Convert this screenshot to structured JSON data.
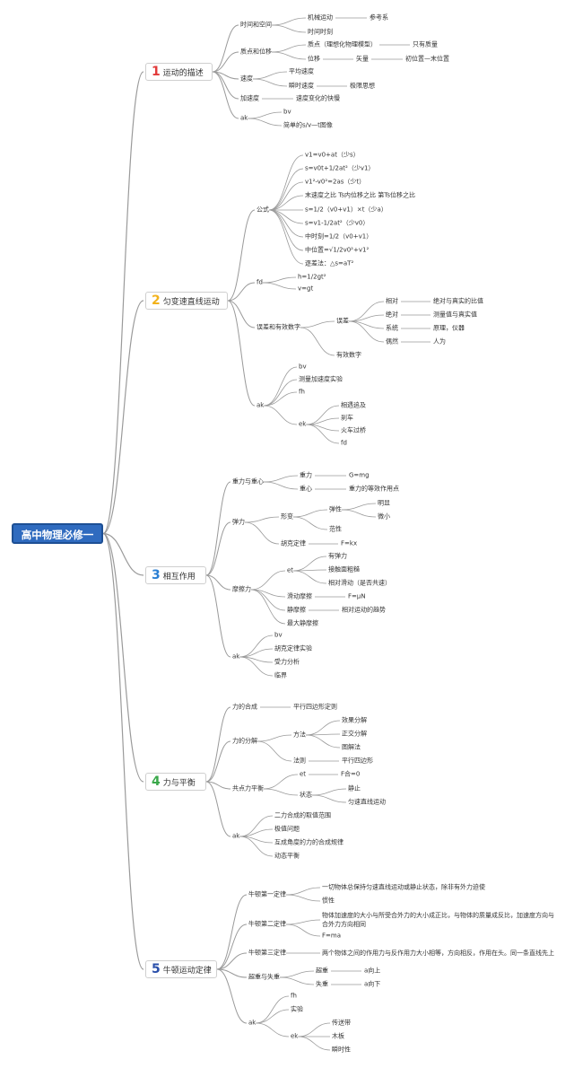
{
  "root": "高中物理必修一",
  "colors": {
    "n1": "#e23a3a",
    "n2": "#f2b21b",
    "n3": "#2a7fd4",
    "n4": "#3aa84a",
    "n5": "#2a4faa",
    "root": "#2f6bbf",
    "line": "#9a9a9a"
  },
  "mains": [
    {
      "num": "1",
      "label": "运动的描述"
    },
    {
      "num": "2",
      "label": "匀变速直线运动"
    },
    {
      "num": "3",
      "label": "相互作用"
    },
    {
      "num": "4",
      "label": "力与平衡"
    },
    {
      "num": "5",
      "label": "牛顿运动定律"
    }
  ],
  "m1": {
    "a": "时间和空间",
    "a1": "机械运动",
    "a1a": "参考系",
    "a2": "时间时刻",
    "b": "质点和位移",
    "b1": "质点（理想化物理模型）",
    "b1a": "只有质量",
    "b2": "位移",
    "b2a": "矢量",
    "b2b": "初位置—末位置",
    "c": "速度",
    "c1": "平均速度",
    "c2": "瞬时速度",
    "c2a": "极限思想",
    "d": "加速度",
    "d1": "速度变化的快慢",
    "e": "ak",
    "e1": "bv",
    "e2": "简单的s/v—t图像"
  },
  "m2": {
    "a": "公式",
    "a1": "v1=v0+at（少s）",
    "a2": "s=v0t+1/2at²（少v1）",
    "a3": "v1²-v0²=2as（少t）",
    "a4": "末速度之比 Ts内位移之比 第Ts位移之比",
    "a5": "s=1/2（v0+v1）×t（少a）",
    "a6": "s=v1-1/2at²（少v0）",
    "a7": "中时刻=1/2（v0+v1）",
    "a8": "中位置=√1/2v0²+v1²",
    "a9": "逐差法：△s=aT²",
    "b": "fd",
    "b1": "h=1/2gt²",
    "b2": "v=gt",
    "c": "误差和有效数字",
    "c1": "误差",
    "c1a": "相对",
    "c1a1": "绝对与真实的比值",
    "c1b": "绝对",
    "c1b1": "测量值与真实值",
    "c1c": "系统",
    "c1c1": "原理，仪器",
    "c1d": "偶然",
    "c1d1": "人为",
    "c2": "有效数字",
    "d": "ak",
    "d1": "bv",
    "d2": "测量加速度实验",
    "d3": "fh",
    "d4": "ek",
    "d4a": "相遇追及",
    "d4b": "刹车",
    "d4c": "火车过桥",
    "d4d": "fd"
  },
  "m3": {
    "a": "重力与重心",
    "a1": "重力",
    "a1a": "G=mg",
    "a2": "重心",
    "a2a": "重力的等效作用点",
    "b": "弹力",
    "b1": "形变",
    "b1a": "弹性",
    "b1a1": "明显",
    "b1a2": "微小",
    "b1b": "范性",
    "b2": "胡克定律",
    "b2a": "F=kx",
    "c": "摩擦力",
    "c1": "et",
    "c1a": "有弹力",
    "c1b": "接触面粗糙",
    "c1c": "相对滑动（是否共速）",
    "c2": "滑动摩擦",
    "c2a": "F=μN",
    "c3": "静摩擦",
    "c3a": "相对运动的趋势",
    "c4": "最大静摩擦",
    "d": "ak",
    "d1": "bv",
    "d2": "胡克定律实验",
    "d3": "受力分析",
    "d4": "临界"
  },
  "m4": {
    "a": "力的合成",
    "a1": "平行四边形定则",
    "b": "力的分解",
    "b1": "方法",
    "b1a": "效果分解",
    "b1b": "正交分解",
    "b1c": "图解法",
    "b2": "法则",
    "b2a": "平行四边形",
    "c": "共点力平衡",
    "c1": "et",
    "c1a": "F合=0",
    "c2": "状态",
    "c2a": "静止",
    "c2b": "匀速直线运动",
    "d": "ak",
    "d1": "二力合成的取值范围",
    "d2": "极值问题",
    "d3": "互成角度的力的合成规律",
    "d4": "动态平衡"
  },
  "m5": {
    "a": "牛顿第一定律",
    "a1": "一切物体总保持匀速直线运动或静止状态，除非有外力迫使",
    "a2": "惯性",
    "b": "牛顿第二定律",
    "b1": "物体加速度的大小与所受合外力的大小成正比，与物体的质量成反比，加速度方向与合外力方向相同",
    "b2": "F=ma",
    "c": "牛顿第三定律",
    "c1": "两个物体之间的作用力与反作用力大小相等，方向相反，作用在头。同一条直线先上",
    "d": "超重与失重",
    "d1": "超重",
    "d1a": "a向上",
    "d2": "失重",
    "d2a": "a向下",
    "e": "ak",
    "e1": "fh",
    "e2": "实验",
    "e3": "ek",
    "e3a": "传送带",
    "e3b": "木板",
    "e3c": "瞬时性"
  }
}
